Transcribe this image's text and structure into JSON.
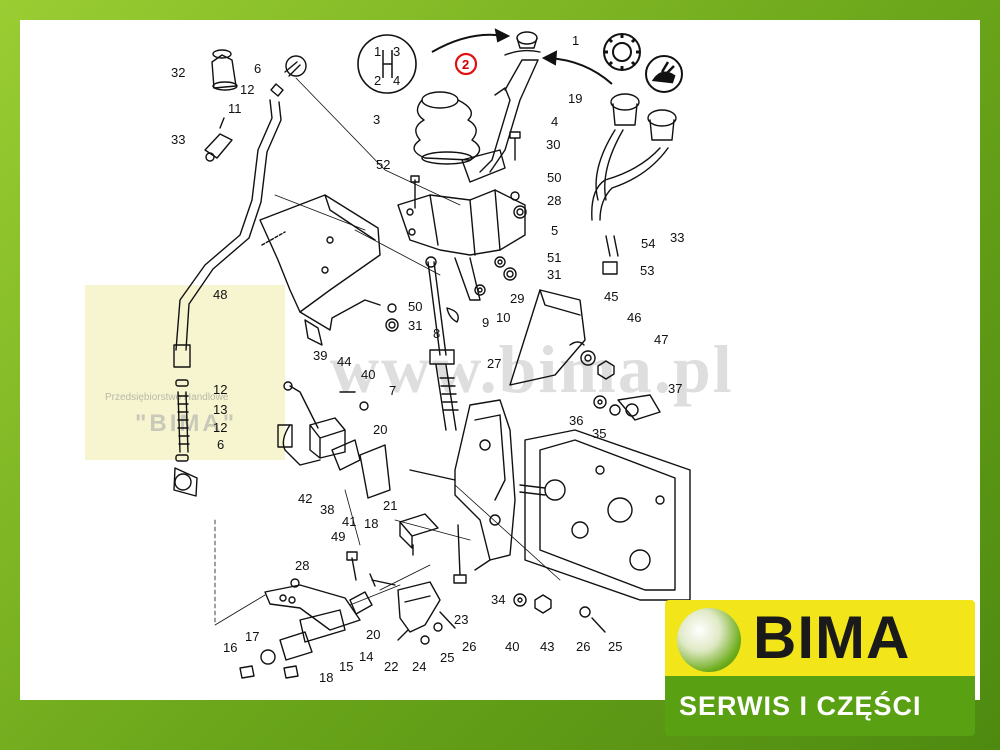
{
  "watermark": {
    "site_text": "www.bima.pl",
    "caption": "Przedsiębiorstwo Handlowe",
    "brand_quoted": "\"BIMA\""
  },
  "logo": {
    "brand": "BIMA",
    "tagline": "SERWIS I CZĘŚCI",
    "colors": {
      "yellow": "#f2e51a",
      "green": "#5aa013",
      "frame_green": "#7fb51f"
    }
  },
  "highlighted_part": "2",
  "icons": [
    "gear-pattern-symbol",
    "disconnect-symbol",
    "hare-symbol"
  ],
  "shift_pattern": [
    "1",
    "3",
    "2",
    "4"
  ],
  "callouts": {
    "c1": "1",
    "c2": "2",
    "c3": "3",
    "c4": "4",
    "c5": "5",
    "c6a": "6",
    "c6b": "6",
    "c7": "7",
    "c8": "8",
    "c9": "9",
    "c10": "10",
    "c11": "11",
    "c12a": "12",
    "c12b": "12",
    "c12c": "12",
    "c13": "13",
    "c14": "14",
    "c15": "15",
    "c16": "16",
    "c17": "17",
    "c18a": "18",
    "c18b": "18",
    "c19": "19",
    "c20a": "20",
    "c20b": "20",
    "c21": "21",
    "c22": "22",
    "c23": "23",
    "c24": "24",
    "c25a": "25",
    "c25b": "25",
    "c26a": "26",
    "c26b": "26",
    "c27": "27",
    "c28a": "28",
    "c28b": "28",
    "c29": "29",
    "c30": "30",
    "c31a": "31",
    "c31b": "31",
    "c32": "32",
    "c33a": "33",
    "c33b": "33",
    "c34": "34",
    "c35": "35",
    "c36": "36",
    "c37": "37",
    "c38": "38",
    "c39": "39",
    "c40a": "40",
    "c40b": "40",
    "c41": "41",
    "c42": "42",
    "c43": "43",
    "c44": "44",
    "c45": "45",
    "c46": "46",
    "c47": "47",
    "c48": "48",
    "c49": "49",
    "c50a": "50",
    "c50b": "50",
    "c51": "51",
    "c52": "52",
    "c53": "53",
    "c54": "54"
  }
}
